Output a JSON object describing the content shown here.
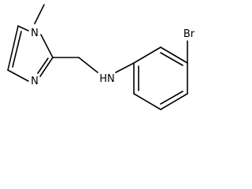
{
  "molecule": {
    "atoms": {
      "n_methyl": "N",
      "n_ring": "N",
      "amine": "HN",
      "bromine": "Br"
    }
  },
  "colors": {
    "bond": "#000000",
    "label": "#000000",
    "background": "#ffffff"
  }
}
